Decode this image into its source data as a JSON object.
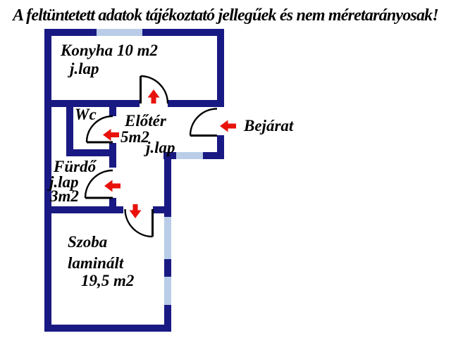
{
  "disclaimer": "A feltüntetett adatok tájékoztató jellegűek és nem méretarányosak!",
  "labels": {
    "konyha_title": "Konyha 10 m2",
    "konyha_floor": "j.lap",
    "wc": "Wc",
    "eloter_title": "Előtér",
    "eloter_area": "5m2",
    "eloter_floor": "j.lap",
    "bejarat": "Bejárat",
    "furdo_title": "Fürdő",
    "furdo_floor": "j.lap",
    "furdo_area": "3m2",
    "szoba_title": "Szoba",
    "szoba_floor": "laminált",
    "szoba_area": "19,5 m2"
  },
  "colors": {
    "wall": "#191983",
    "window": "#b9cde8",
    "arrow": "#e8120b",
    "text": "#000000",
    "bg": "#ffffff"
  }
}
